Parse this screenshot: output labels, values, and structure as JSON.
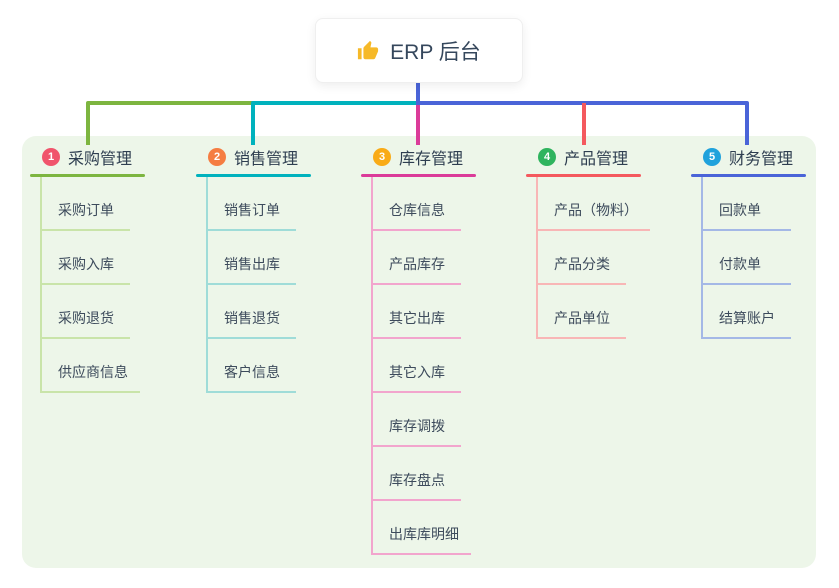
{
  "root": {
    "label": "ERP 后台",
    "icon": "thumbs-up-icon"
  },
  "branches": [
    {
      "index": "1",
      "title": "采购管理",
      "badge_color": "#f0546c",
      "line_color": "#7db540",
      "child_line_color": "#c9e4a9",
      "children": [
        "采购订单",
        "采购入库",
        "采购退货",
        "供应商信息"
      ]
    },
    {
      "index": "2",
      "title": "销售管理",
      "badge_color": "#f57d42",
      "line_color": "#00b2bd",
      "child_line_color": "#9fdcd8",
      "children": [
        "销售订单",
        "销售出库",
        "销售退货",
        "客户信息"
      ]
    },
    {
      "index": "3",
      "title": "库存管理",
      "badge_color": "#f9ab17",
      "line_color": "#db3b99",
      "child_line_color": "#f2a5cd",
      "children": [
        "仓库信息",
        "产品库存",
        "其它出库",
        "其它入库",
        "库存调拨",
        "库存盘点",
        "出库库明细"
      ]
    },
    {
      "index": "4",
      "title": "产品管理",
      "badge_color": "#2fb45e",
      "line_color": "#f4595e",
      "child_line_color": "#f8b6b6",
      "children": [
        "产品（物料）",
        "产品分类",
        "产品单位"
      ]
    },
    {
      "index": "5",
      "title": "财务管理",
      "badge_color": "#20a2dc",
      "line_color": "#4a64d8",
      "child_line_color": "#a4b8e6",
      "children": [
        "回款单",
        "付款单",
        "结算账户"
      ]
    }
  ],
  "colors": {
    "canvas_bg": "#ffffff",
    "panel_bg": "#edf6e9",
    "root_line": "#4a64d8",
    "root_text": "#35475c",
    "title_text": "#2e3e50",
    "child_text": "#3d4b5c",
    "icon_color": "#f6b928"
  }
}
